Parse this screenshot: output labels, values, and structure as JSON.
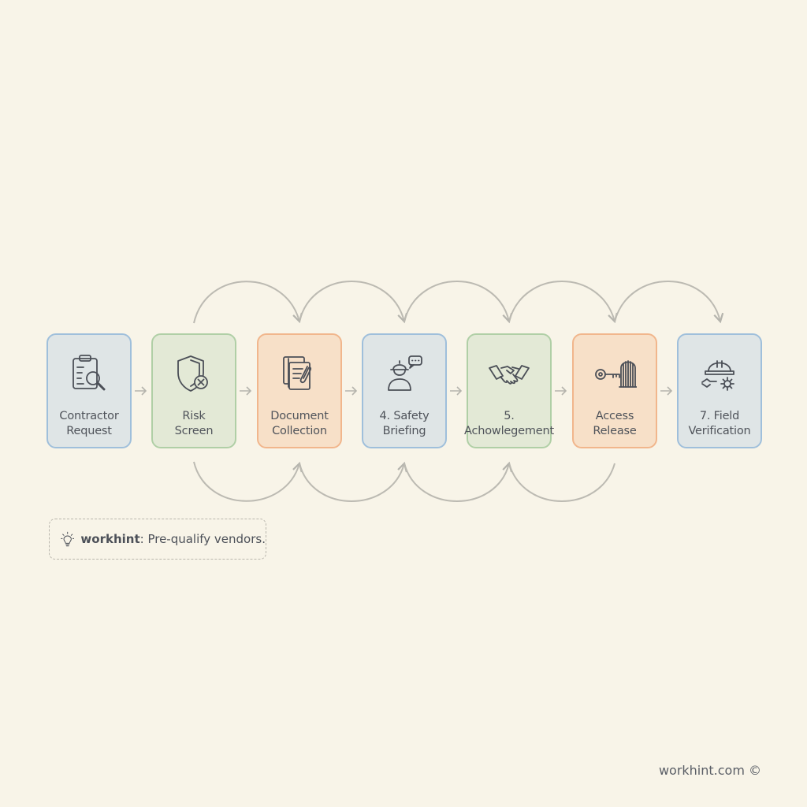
{
  "steps": [
    {
      "label": "Contractor\nRequest",
      "icon": "clipboard-search-icon",
      "color": "blue"
    },
    {
      "label": "Risk\nScreen",
      "icon": "shield-x-icon",
      "color": "green"
    },
    {
      "label": "Document\nCollection",
      "icon": "document-clip-icon",
      "color": "orange"
    },
    {
      "label": "4. Safety\nBriefing",
      "icon": "worker-speech-icon",
      "color": "blue"
    },
    {
      "label": "5.\nAchowlegement",
      "icon": "handshake-icon",
      "color": "green"
    },
    {
      "label": "Access\nRelease",
      "icon": "key-gate-icon",
      "color": "orange"
    },
    {
      "label": "7. Field\nVerification",
      "icon": "helmet-gears-icon",
      "color": "blue"
    }
  ],
  "hint": {
    "brand": "workhint",
    "text": ": Pre-qualify vendors.",
    "icon": "lightbulb-icon"
  },
  "footer": {
    "credit": "workhint.com ©"
  },
  "colors": {
    "background": "#f8f4e8",
    "blue_fill": "#dfe5e6",
    "blue_border": "#9fbfdb",
    "green_fill": "#e3e9d6",
    "green_border": "#b0cfa6",
    "orange_fill": "#f7e0c8",
    "orange_border": "#f1b68c",
    "connector": "#b5b4ad"
  }
}
